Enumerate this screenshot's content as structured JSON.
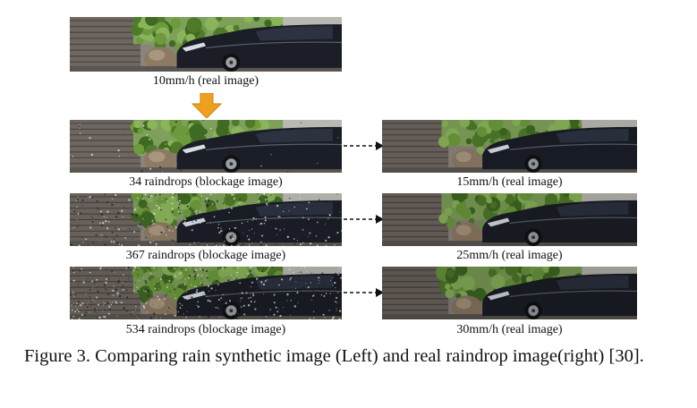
{
  "top": {
    "label": "10mm/h (real image)"
  },
  "rows": [
    {
      "left_label": "34 raindrops (blockage image)",
      "right_label": "15mm/h (real image)",
      "left_drops": 34
    },
    {
      "left_label": "367 raindrops (blockage image)",
      "right_label": "25mm/h (real image)",
      "left_drops": 367
    },
    {
      "left_label": "534 raindrops (blockage image)",
      "right_label": "30mm/h (real image)",
      "left_drops": 534
    }
  ],
  "caption": "Figure 3. Comparing rain synthetic image (Left) and real raindrop image(right) [30].",
  "colors": {
    "orange_arrow": "#f0a020",
    "car_body": "#1b1e26",
    "foliage": "#5f8a34",
    "stairs": "#6e6660"
  }
}
